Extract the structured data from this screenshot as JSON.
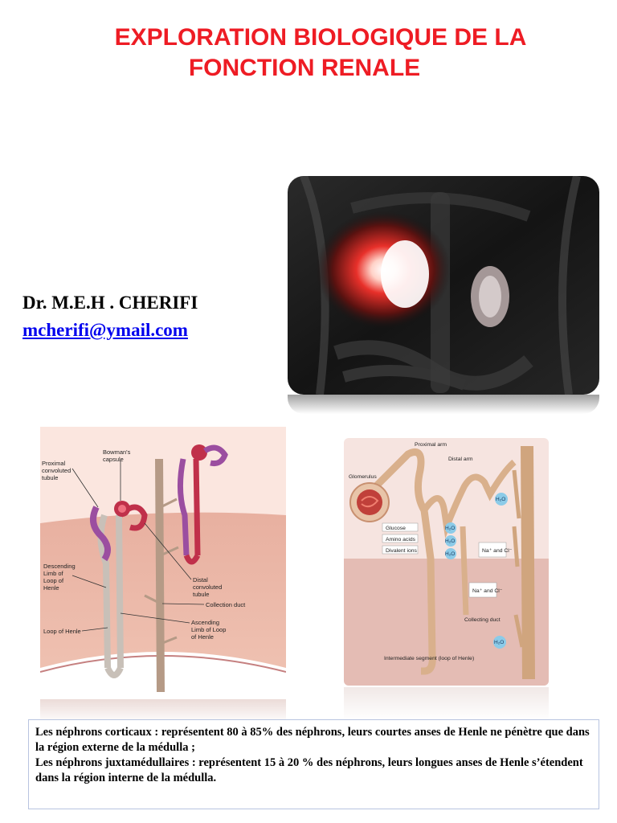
{
  "document": {
    "title_line1": "EXPLORATION BIOLOGIQUE DE LA",
    "title_line2": "FONCTION RENALE",
    "author": "Dr. M.E.H . CHERIFI",
    "email": "mcherifi@ymail.com"
  },
  "figure_nephron": {
    "labels": {
      "proximal": "Proximal convoluted tubule",
      "bowman": "Bowman's capsule",
      "descending": "Descending Limb of Loop of Henle",
      "loop": "Loop of Henle",
      "distal": "Distal convoluted tubule",
      "collection": "Collection duct",
      "ascending": "Ascending Limb of Loop of Henle"
    }
  },
  "figure_transport": {
    "labels": {
      "proximal_arm": "Proximal arm",
      "distal_arm": "Distal arm",
      "glomerulus": "Glomerulus",
      "glucose": "Glucose",
      "amino_acids": "Amino acids",
      "divalent_ions": "Divalent ions",
      "h2o": "H₂O",
      "na_cl": "Na⁺ and Cl⁻",
      "collecting_duct": "Collecting duct",
      "intermediate": "Intermediate segment (loop of Henle)"
    }
  },
  "textbox": {
    "para1": "Les néphrons corticaux : représentent 80 à 85% des néphrons, leurs courtes anses de Henle ne pénètre que dans la région externe de la médulla ;",
    "para2": "Les néphrons juxtamédullaires : représentent 15 à 20 % des néphrons, leurs longues anses de Henle s’étendent dans la région interne de la médulla."
  }
}
